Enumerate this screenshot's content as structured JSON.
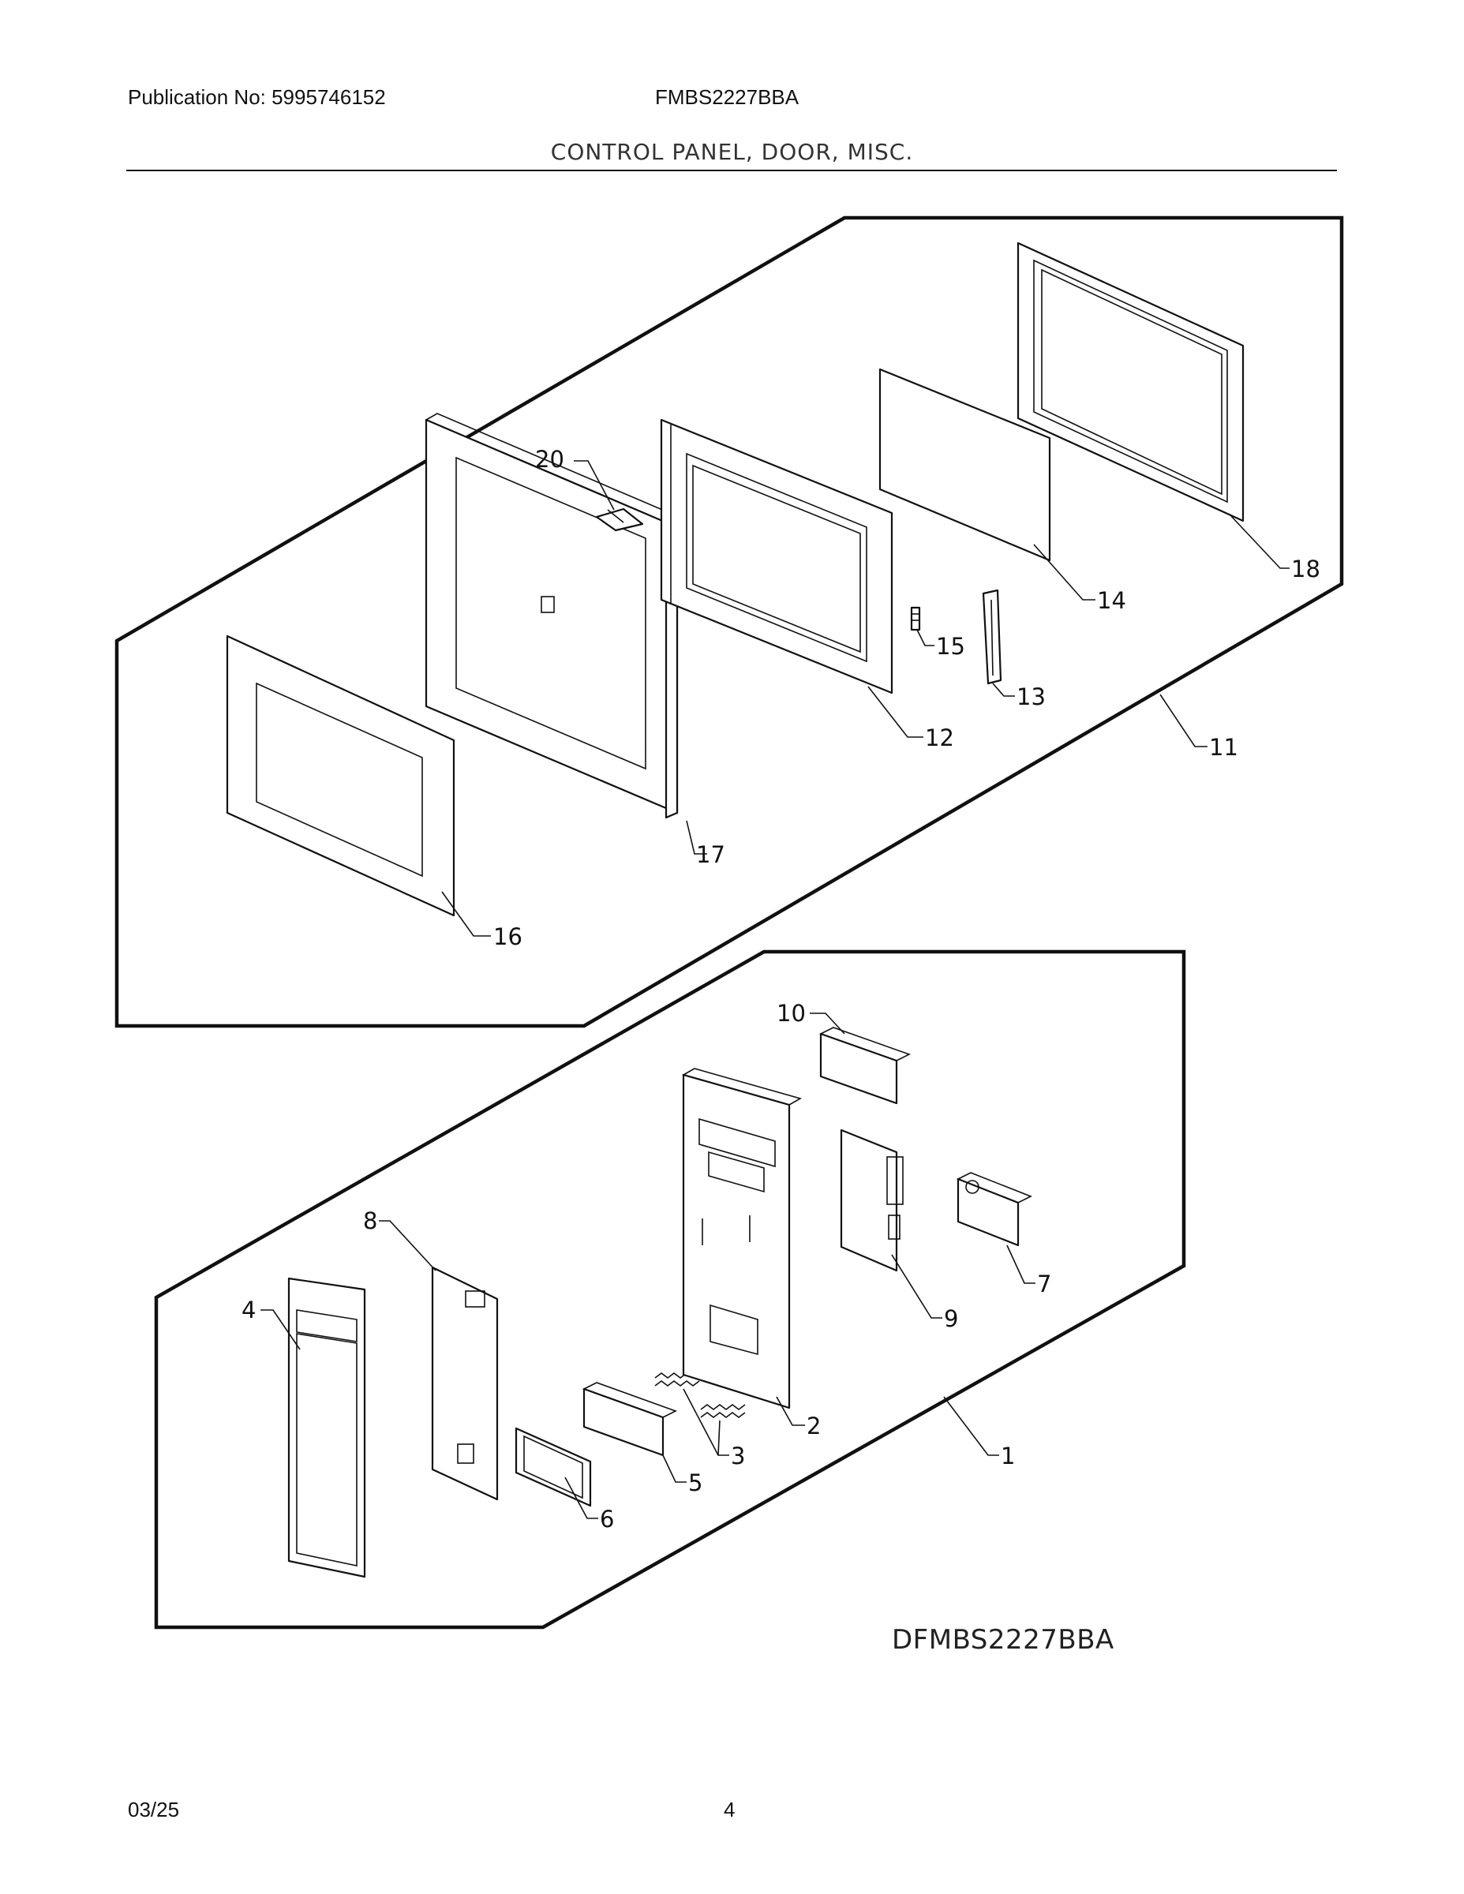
{
  "header": {
    "publication": "Publication No: 5995746152",
    "model": "FMBS2227BBA",
    "section_title": "CONTROL PANEL, DOOR, MISC."
  },
  "callouts": {
    "p1": "1",
    "p2": "2",
    "p3": "3",
    "p4": "4",
    "p5": "5",
    "p6": "6",
    "p7": "7",
    "p8": "8",
    "p9": "9",
    "p10": "10",
    "p11": "11",
    "p12": "12",
    "p13": "13",
    "p14": "14",
    "p15": "15",
    "p16": "16",
    "p17": "17",
    "p18": "18",
    "p20": "20"
  },
  "drawing_code": "DFMBS2227BBA",
  "footer": {
    "date": "03/25",
    "page": "4"
  }
}
